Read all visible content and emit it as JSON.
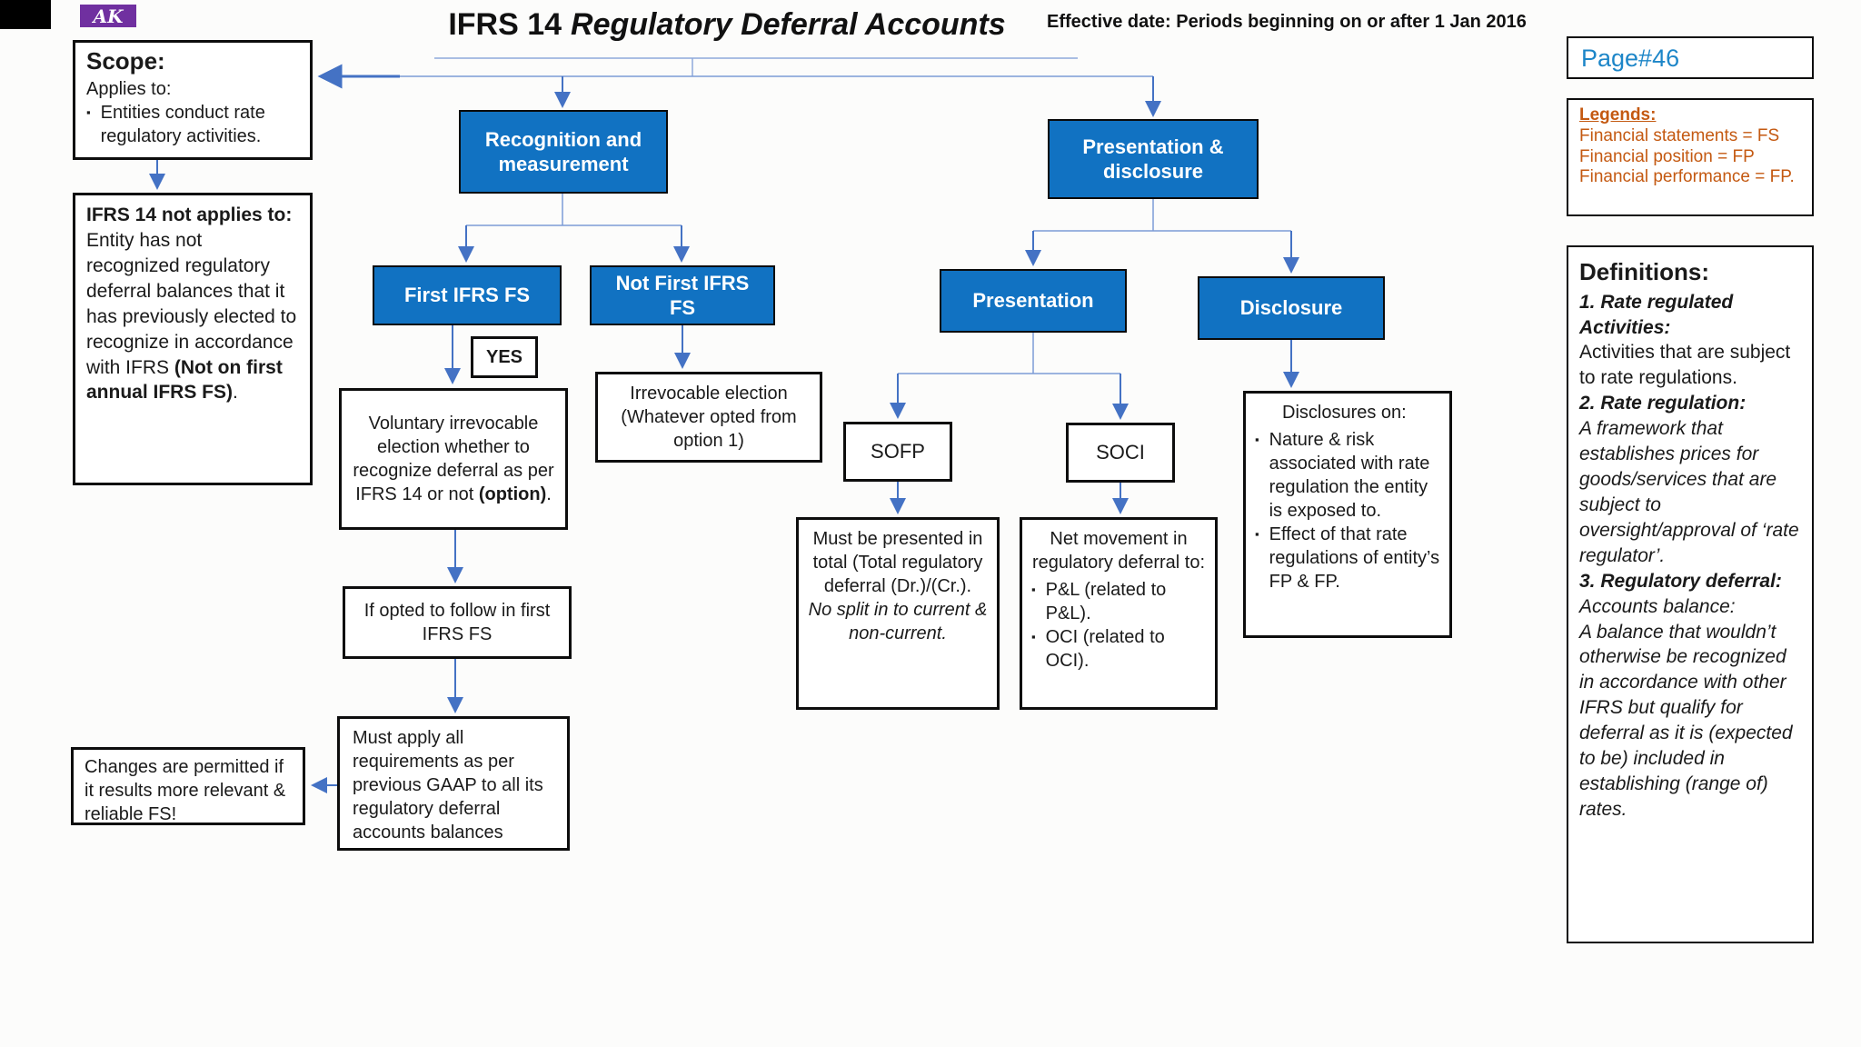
{
  "logo_text": "AK",
  "header": {
    "title_prefix": "IFRS 14",
    "title_italic": "Regulatory Deferral Accounts",
    "effective_date": "Effective date: Periods beginning on or after 1 Jan 2016",
    "page_number": "Page#46"
  },
  "legends": {
    "title": "Legends:",
    "items": [
      "Financial statements = FS",
      "Financial position = FP",
      "Financial performance = FP."
    ]
  },
  "definitions": {
    "title": "Definitions:",
    "items": [
      {
        "term": "1. Rate regulated Activities:",
        "text": "Activities that are subject to rate regulations."
      },
      {
        "term": "2. Rate regulation:",
        "text": "A framework that establishes prices for goods/services that are subject to oversight/approval of ‘rate regulator’."
      },
      {
        "term": "3. Regulatory deferral:",
        "text": "Accounts balance:\nA balance that wouldn’t otherwise be recognized in accordance with other IFRS but qualify for deferral as it is (expected to be) included in establishing (range of) rates."
      }
    ]
  },
  "scope": {
    "title": "Scope:",
    "subtitle": "Applies to:",
    "bullet": "Entities conduct rate regulatory activities."
  },
  "not_applies": {
    "title": "IFRS 14 not applies to:",
    "body": "Entity has not recognized regulatory deferral balances that it has previously elected to recognize in accordance with IFRS ",
    "body_bold": "(Not on first annual IFRS FS)",
    "body_suffix": "."
  },
  "nodes": {
    "recognition": "Recognition and measurement",
    "presentation_disclosure": "Presentation & disclosure",
    "first_ifrs": "First IFRS FS",
    "not_first_ifrs": "Not First IFRS FS",
    "yes_label": "YES",
    "voluntary": {
      "text": "Voluntary irrevocable election whether to recognize deferral as per IFRS 14 or not ",
      "bold": "(option)",
      "suffix": "."
    },
    "irrevocable": "Irrevocable election (Whatever opted from option 1)",
    "if_opted": "If opted to follow in first IFRS FS",
    "must_apply": "Must apply all requirements as per previous GAAP to all its regulatory deferral accounts balances",
    "changes": "Changes are permitted if it results more relevant & reliable FS!",
    "presentation": "Presentation",
    "disclosure": "Disclosure",
    "sofp": "SOFP",
    "soci": "SOCI",
    "must_be_presented": {
      "normal": "Must be presented in total (Total regulatory deferral (Dr.)/(Cr.).",
      "italic": "No split in to current & non-current."
    },
    "net_movement": {
      "header": "Net movement in regulatory deferral to:",
      "bullets": [
        "P&L (related to P&L).",
        "OCI (related to OCI)."
      ]
    },
    "disclosures_on": {
      "header": "Disclosures on:",
      "bullets": [
        "Nature & risk associated with rate regulation the entity is exposed to.",
        "Effect of that rate regulations of entity’s FP & FP."
      ]
    }
  },
  "colors": {
    "node_blue": "#1172C2",
    "arrow_blue": "#4472C4",
    "light_connector_blue": "#8EA9DB",
    "page_number_blue": "#1D86C8",
    "legend_orange": "#C45911",
    "logo_purple": "#7030A0"
  }
}
